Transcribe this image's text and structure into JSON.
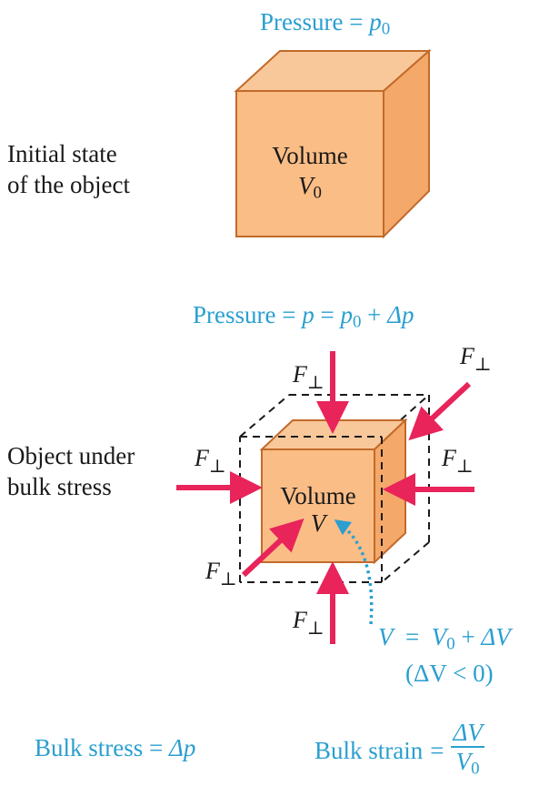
{
  "top": {
    "pressure_label": "Pressure",
    "equals": "=",
    "pressure_symbol": "p",
    "pressure_sub": "0"
  },
  "initial_state": {
    "caption_line1": "Initial state",
    "caption_line2": "of the object",
    "volume_word": "Volume",
    "volume_symbol": "V",
    "volume_sub": "0"
  },
  "stressed": {
    "pressure_label": "Pressure",
    "pressure_expr_p": "p",
    "pressure_expr_p0": "p",
    "pressure_expr_sub": "0",
    "plus": "+",
    "delta_p": "Δp",
    "caption_line1": "Object under",
    "caption_line2": "bulk stress",
    "volume_word": "Volume",
    "volume_symbol": "V",
    "force_symbol": "F",
    "force_perp": "⊥",
    "volume_eq_V": "V",
    "volume_eq_V0": "V",
    "volume_eq_sub": "0",
    "volume_eq_dV": "ΔV",
    "condition": "(ΔV < 0)"
  },
  "bottom": {
    "bulk_stress_label": "Bulk stress",
    "bulk_stress_value": "Δp",
    "bulk_strain_label": "Bulk strain",
    "bulk_strain_num": "ΔV",
    "bulk_strain_den_symbol": "V",
    "bulk_strain_den_sub": "0"
  },
  "colors": {
    "cube_front": "#fbbd86",
    "cube_top": "#f9c89a",
    "cube_side": "#f4a86a",
    "cube_edge": "#c26a2a",
    "arrow": "#e8245a",
    "label_blue": "#2a9fd0"
  }
}
